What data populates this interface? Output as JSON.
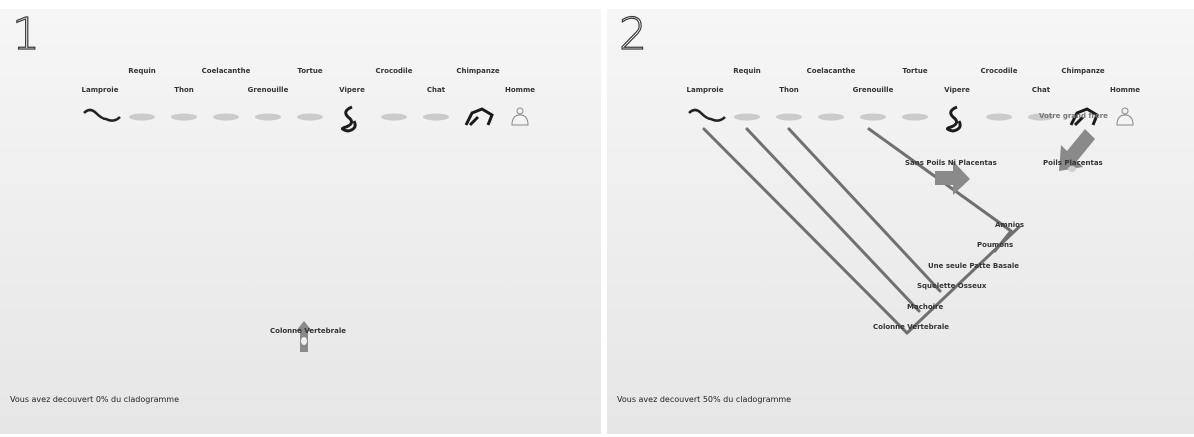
{
  "species": [
    {
      "name": "Lamproie",
      "row": "lower"
    },
    {
      "name": "Requin",
      "row": "upper"
    },
    {
      "name": "Thon",
      "row": "lower"
    },
    {
      "name": "Coelacanthe",
      "row": "upper"
    },
    {
      "name": "Grenouille",
      "row": "lower"
    },
    {
      "name": "Tortue",
      "row": "upper"
    },
    {
      "name": "Vipere",
      "row": "lower"
    },
    {
      "name": "Crocodile",
      "row": "upper"
    },
    {
      "name": "Chat",
      "row": "lower"
    },
    {
      "name": "Chimpanze",
      "row": "upper"
    },
    {
      "name": "Homme",
      "row": "lower"
    }
  ],
  "panel1": {
    "number": "1",
    "node_label": "Colonne Vertebrale",
    "status": "Vous avez decouvert 0% du cladogramme"
  },
  "panel2": {
    "number": "2",
    "nodes": {
      "colonne": "Colonne Vertebrale",
      "machoire": "Machoire",
      "squelette": "Squelette Osseux",
      "patte": "Une seule Patte Basale",
      "poumons": "Poumons",
      "amnios": "Amnios",
      "sans_poils": "Sans Poils Ni Placentas",
      "poils": "Poils Placentas",
      "votre": "Votre grand frere"
    },
    "status": "Vous avez decouvert 50% du cladogramme"
  },
  "colors": {
    "line": "#6e6e6e",
    "arrow": "#888888",
    "text": "#333333"
  }
}
